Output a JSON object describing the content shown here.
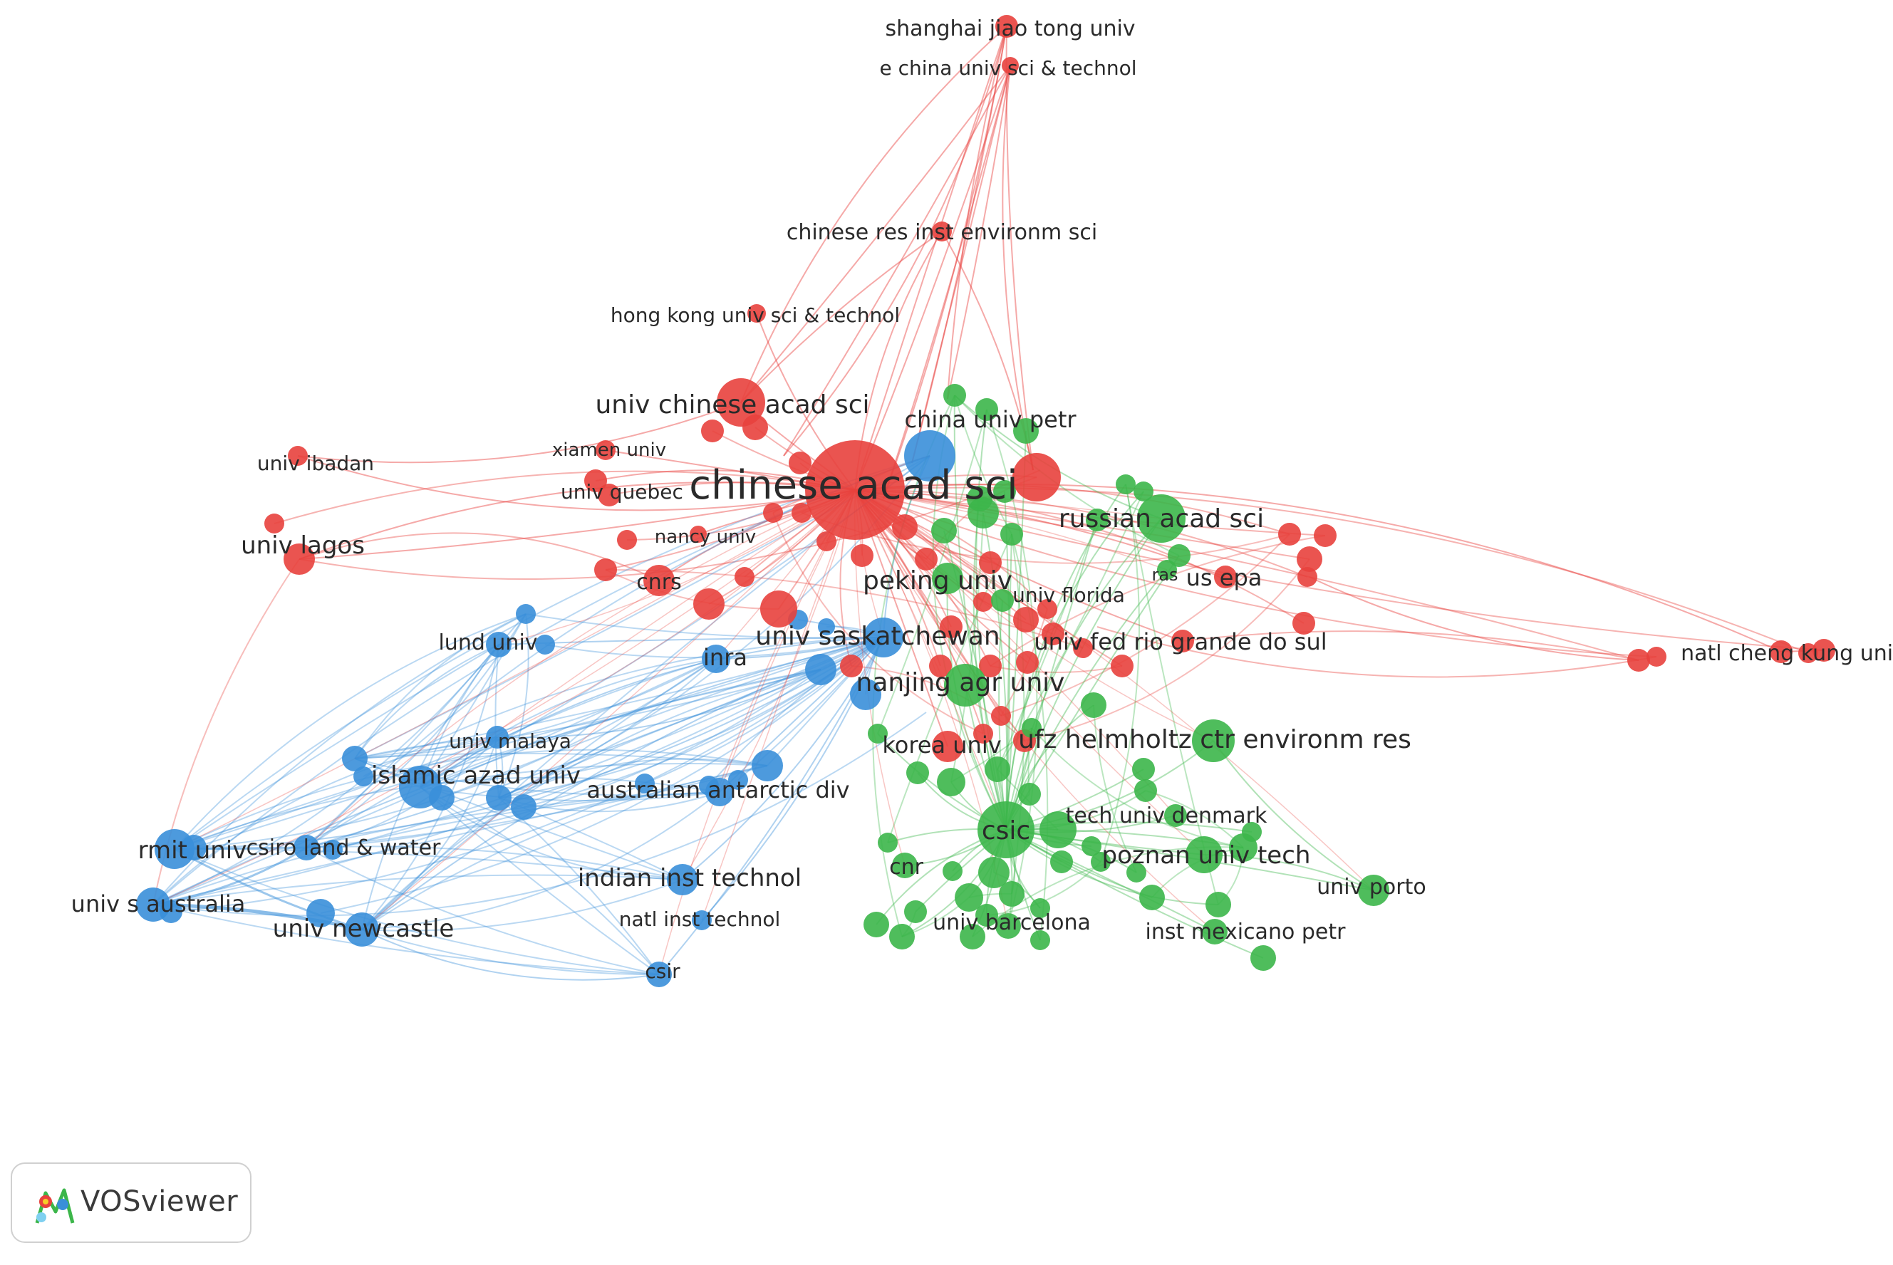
{
  "app": {
    "name": "VOSviewer"
  },
  "colors": {
    "red": "#e8413d",
    "blue": "#3a8fd9",
    "green": "#3cb64a"
  },
  "labels": {
    "shanghai_jiao_tong_univ": "shanghai jiao tong univ",
    "e_china_univ_sci_technol": "e china univ sci & technol",
    "chinese_res_inst_environm_sci": "chinese res inst environm sci",
    "hong_kong_univ_sci_technol": "hong kong univ sci & technol",
    "univ_chinese_acad_sci": "univ chinese acad sci",
    "china_univ_petr": "china univ petr",
    "xiamen_univ": "xiamen univ",
    "univ_ibadan": "univ ibadan",
    "chinese_acad_sci": "chinese acad sci",
    "univ_quebec": "univ quebec",
    "russian_acad_sci": "russian acad sci",
    "nancy_univ": "nancy univ",
    "univ_lagos": "univ lagos",
    "ras": "ras",
    "us_epa": "us epa",
    "cnrs": "cnrs",
    "peking_univ": "peking univ",
    "univ_florida": "univ florida",
    "univ_saskatchewan": "univ saskatchewan",
    "univ_fed_rio_grande_do_sul": "univ fed rio grande do sul",
    "lund_univ": "lund univ",
    "inra": "inra",
    "natl_cheng_kung_univ": "natl cheng kung univ",
    "nanjing_agr_univ": "nanjing agr univ",
    "univ_malaya": "univ malaya",
    "korea_univ": "korea univ",
    "ufz_helmholtz_ctr_environm_res": "ufz helmholtz ctr environm res",
    "islamic_azad_univ": "islamic azad univ",
    "australian_antarctic_div": "australian antarctic div",
    "tech_univ_denmark": "tech univ denmark",
    "csic": "csic",
    "rmit_univ": "rmit univ",
    "csiro_land_water": "csiro land & water",
    "poznan_univ_tech": "poznan univ tech",
    "cnr": "cnr",
    "indian_inst_technol": "indian inst technol",
    "univ_porto": "univ porto",
    "univ_s_australia": "univ s australia",
    "natl_inst_technol": "natl inst technol",
    "univ_barcelona": "univ barcelona",
    "univ_newcastle": "univ newcastle",
    "inst_mexicano_petr": "inst mexicano petr",
    "csir": "csir"
  }
}
